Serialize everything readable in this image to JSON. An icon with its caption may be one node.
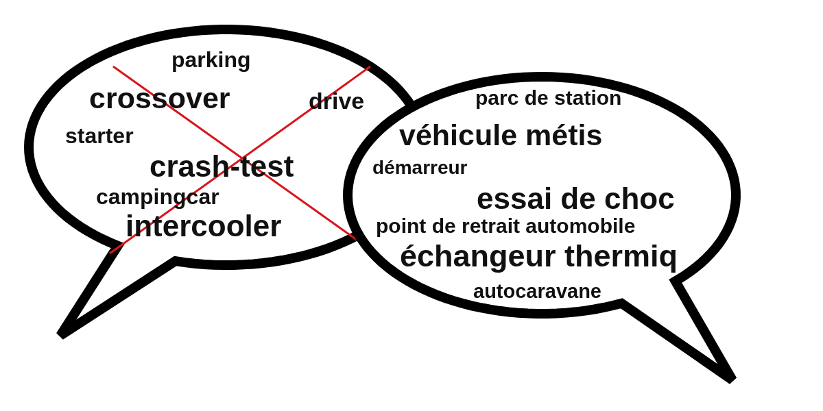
{
  "diagram": {
    "nodes": [
      {
        "text": [
          "parking",
          "crossover",
          "drive",
          "starter",
          "crash-test",
          "campingcar",
          "intercooler"
        ]
      },
      {
        "text": [
          "parc de station",
          "véhicule métis",
          "démarreur",
          "essai de choc",
          "point de retrait automobile",
          "échangeur thermiq",
          "autocaravane"
        ]
      }
    ]
  }
}
